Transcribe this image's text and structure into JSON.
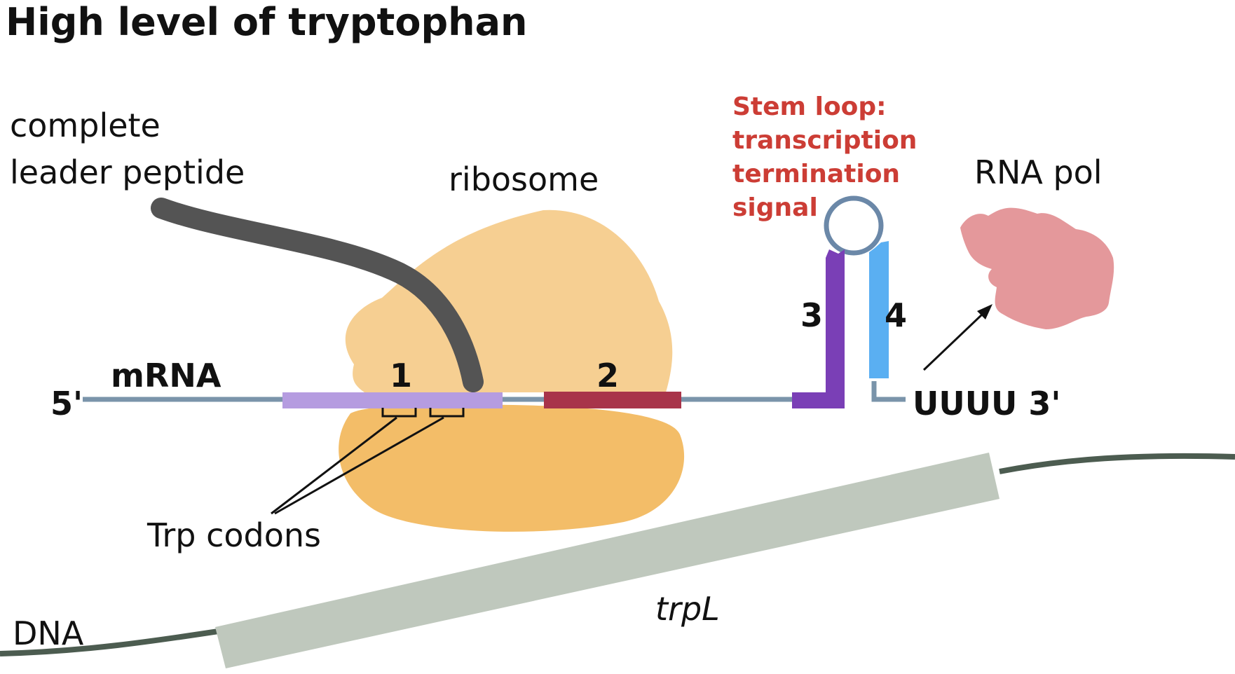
{
  "title": "High level of tryptophan",
  "labels": {
    "complete_line1": "complete",
    "complete_line2": "leader peptide",
    "ribosome": "ribosome",
    "stem_loop_line1": "Stem loop:",
    "stem_loop_line2": "transcription",
    "stem_loop_line3": "termination",
    "stem_loop_line4": "signal",
    "rna_pol": "RNA pol",
    "five_prime": "5'",
    "mrna": "mRNA",
    "region1": "1",
    "region2": "2",
    "region3": "3",
    "region4": "4",
    "uuuu3": "UUUU 3'",
    "trp_codons": "Trp codons",
    "dna": "DNA",
    "trpl": "trpL"
  },
  "colors": {
    "mrna_line": "#7a94aa",
    "region1": "#b59ce0",
    "region2": "#a8344a",
    "region3": "#7a3fb6",
    "region4": "#5aaff2",
    "ribosome_top": "#f6cf92",
    "ribosome_bottom": "#f3bd68",
    "peptide": "#545454",
    "rna_pol": "#e4989b",
    "stem_loop_text": "#cc3d35",
    "dna_line": "#4c5c50",
    "gene_box": "#bfc8bd"
  }
}
